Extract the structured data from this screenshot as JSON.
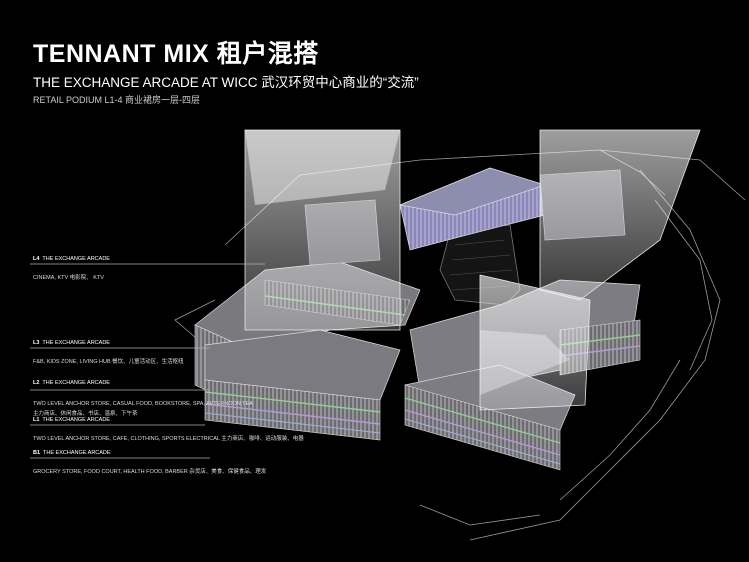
{
  "header": {
    "title": "TENNANT MIX 租户混搭",
    "subtitle": "THE EXCHANGE ARCADE AT WICC 武汉环贸中心商业的“交流”",
    "podium": "RETAIL PODIUM L1-4 商业裙房一层-四层"
  },
  "levels": [
    {
      "level": "L4",
      "name": "THE EXCHANGE ARCADE",
      "desc": "CINEMA, KTV 电影院、 KTV"
    },
    {
      "level": "L3",
      "name": "THE EXCHANGE ARCADE",
      "desc": "F&B, KIDS ZONE, LIVING HUB 餐饮、儿童活动区、生活枢纽"
    },
    {
      "level": "L2",
      "name": "THE EXCHANGE ARCADE",
      "desc": "TWO LEVEL ANCHOR STORE, CASUAL FOOD, BOOKSTORE, SPA, AFTERNOON TEA",
      "desc2": "主力商店、休闲食品、书店、温泉、下午茶"
    },
    {
      "level": "L1",
      "name": "THE EXCHANGE ARCADE",
      "desc": "TWO LEVEL ANCHOR STORE, CAFE, CLOTHING, SPORTS ELECTRICAL 主力商店、咖啡、运动服装、电器"
    },
    {
      "level": "B1",
      "name": "THE EXCHANGE ARCADE",
      "desc": "GROCERY STORE, FOOD COURT, HEALTH FOOD, BARBER 杂货店、美食、保健食品、理发"
    }
  ],
  "colors": {
    "background": "#000000",
    "tower": "#ffffff",
    "stripe_green": "#8fd18f",
    "stripe_purple": "#b59ad8",
    "stripe_blue": "#9fb0e0"
  }
}
